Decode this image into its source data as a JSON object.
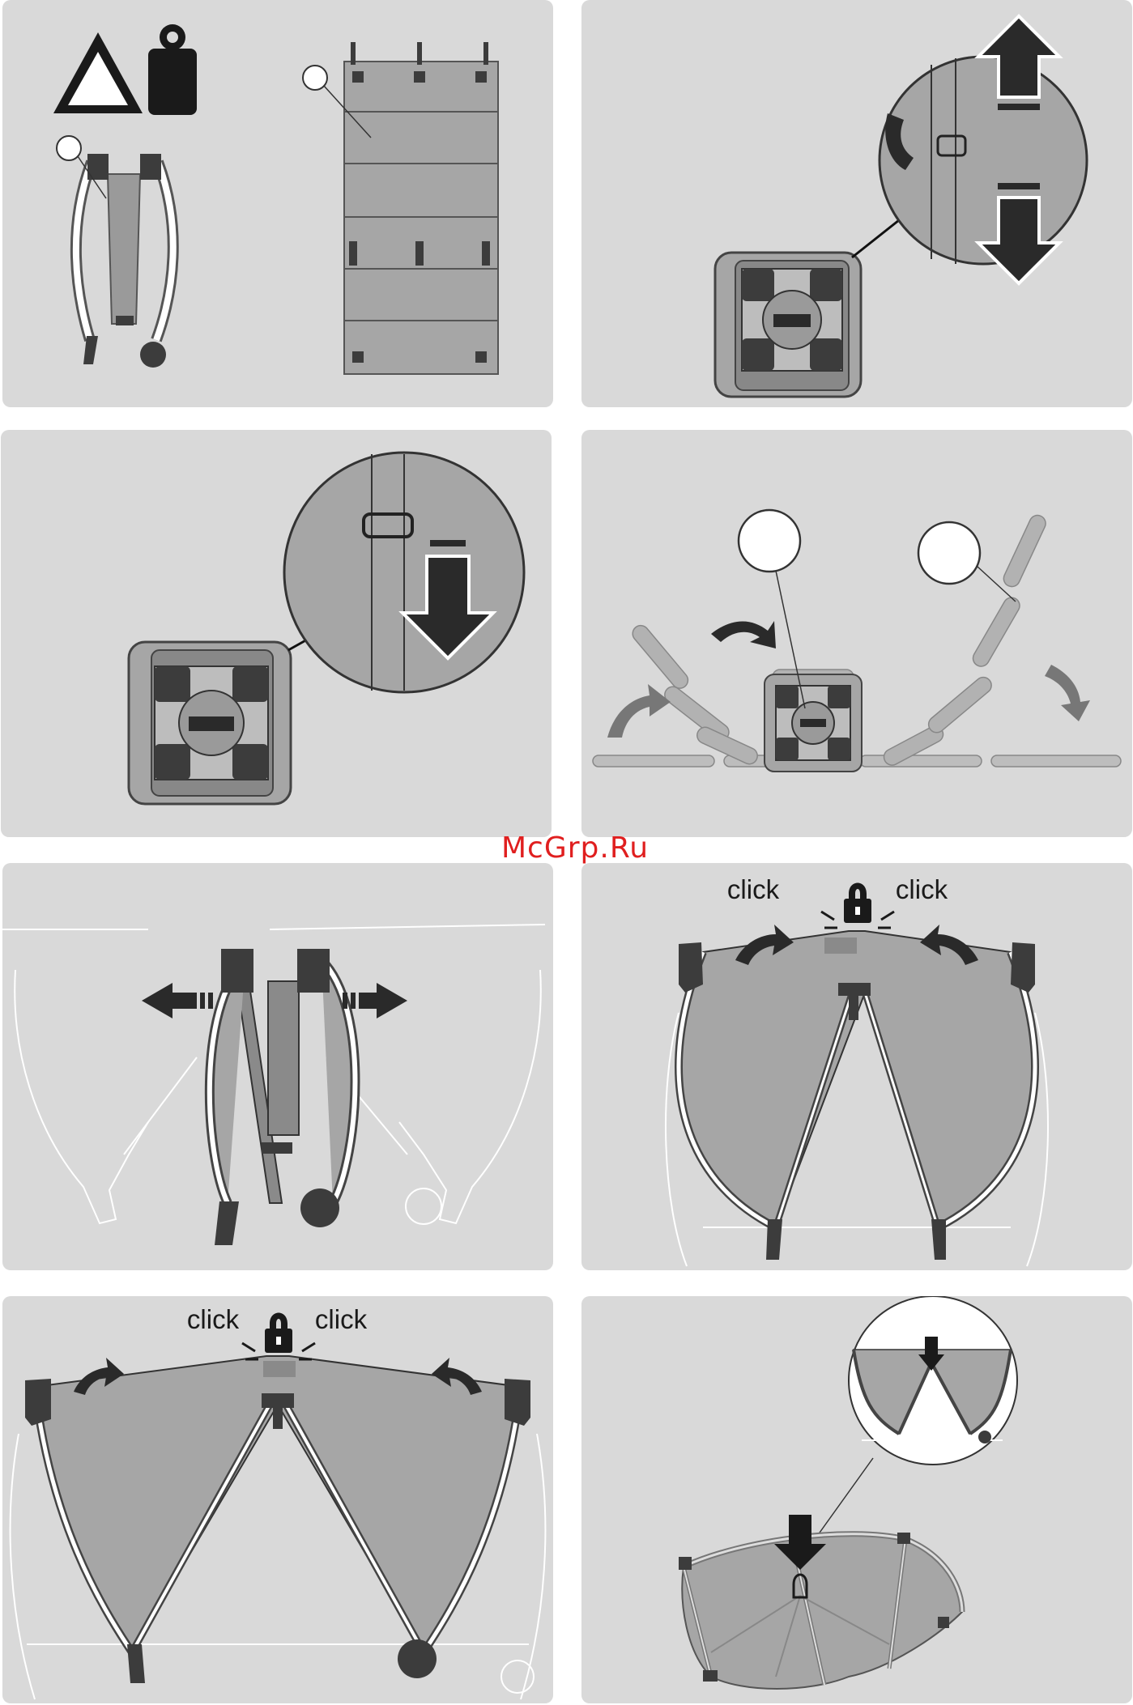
{
  "watermark": "McGrp.Ru",
  "panels": [
    {
      "id": 1,
      "callouts": [
        "",
        ""
      ]
    },
    {
      "id": 2
    },
    {
      "id": 3
    },
    {
      "id": 4,
      "callouts": [
        "",
        ""
      ]
    },
    {
      "id": 5
    },
    {
      "id": 6,
      "labels": {
        "left": "click",
        "right": "click"
      }
    },
    {
      "id": 7,
      "labels": {
        "left": "click",
        "right": "click"
      }
    },
    {
      "id": 8
    }
  ],
  "icons": [
    "warning-triangle-icon",
    "weight-icon",
    "lock-icon",
    "arrow-icon"
  ]
}
